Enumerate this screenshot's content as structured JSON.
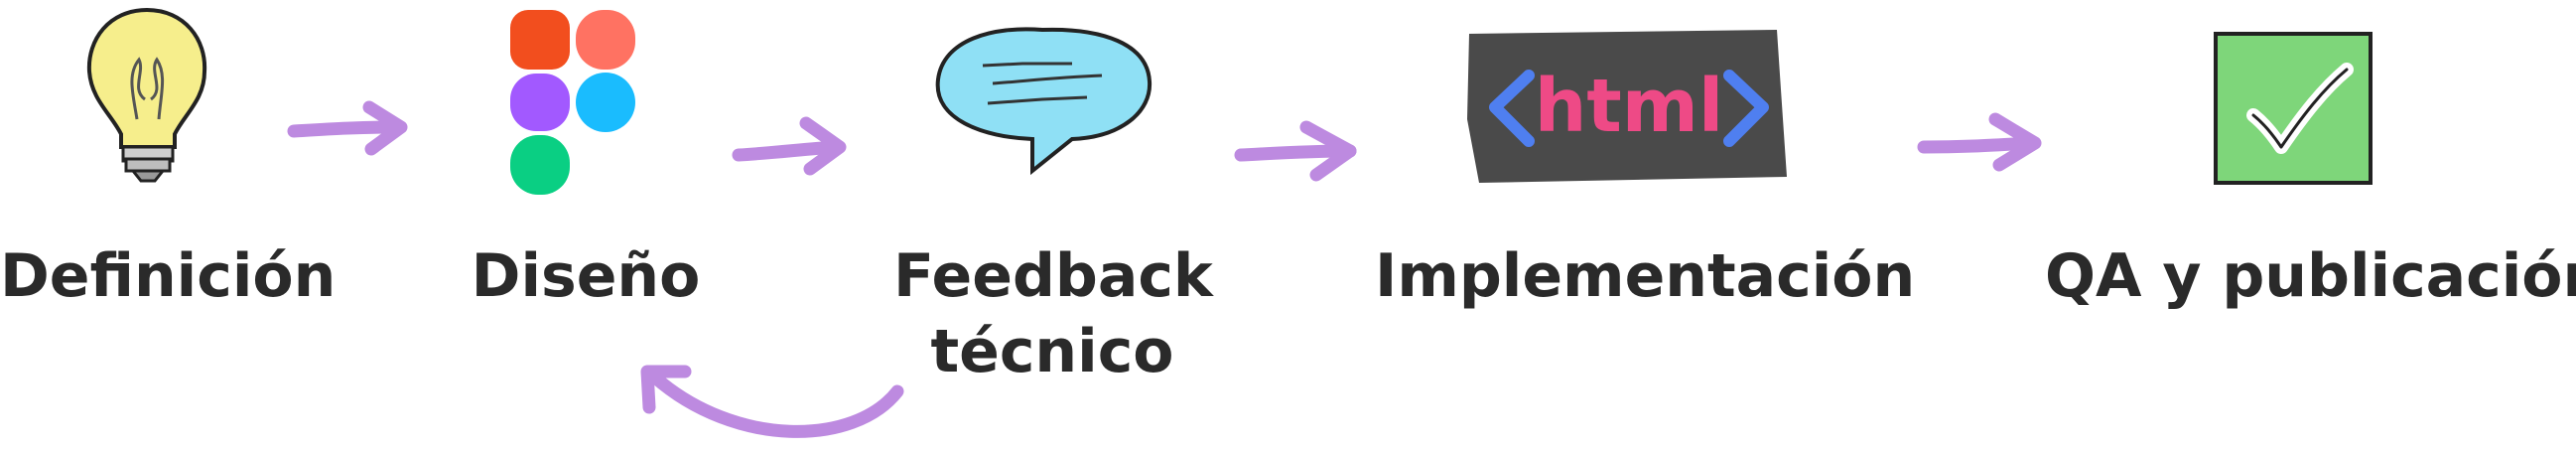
{
  "steps": [
    {
      "label": "Definición",
      "icon": "lightbulb-icon"
    },
    {
      "label": "Diseño",
      "icon": "figma-logo-icon"
    },
    {
      "label_line1": "Feedback",
      "label_line2": "técnico",
      "icon": "speech-bubble-icon"
    },
    {
      "label": "Implementación",
      "icon": "html-tag-icon",
      "icon_text": "html"
    },
    {
      "label": "QA y publicación",
      "icon": "checkmark-box-icon"
    }
  ],
  "colors": {
    "arrow": "#bd8ae0",
    "text": "#2a2a2a",
    "bulb": "#f6ee8c",
    "bubble": "#8fe0f5",
    "html_bg": "#4a4a4a",
    "html_text": "#ee4a86",
    "html_brackets": "#4f7ff0",
    "check_bg": "#7ed67a"
  }
}
